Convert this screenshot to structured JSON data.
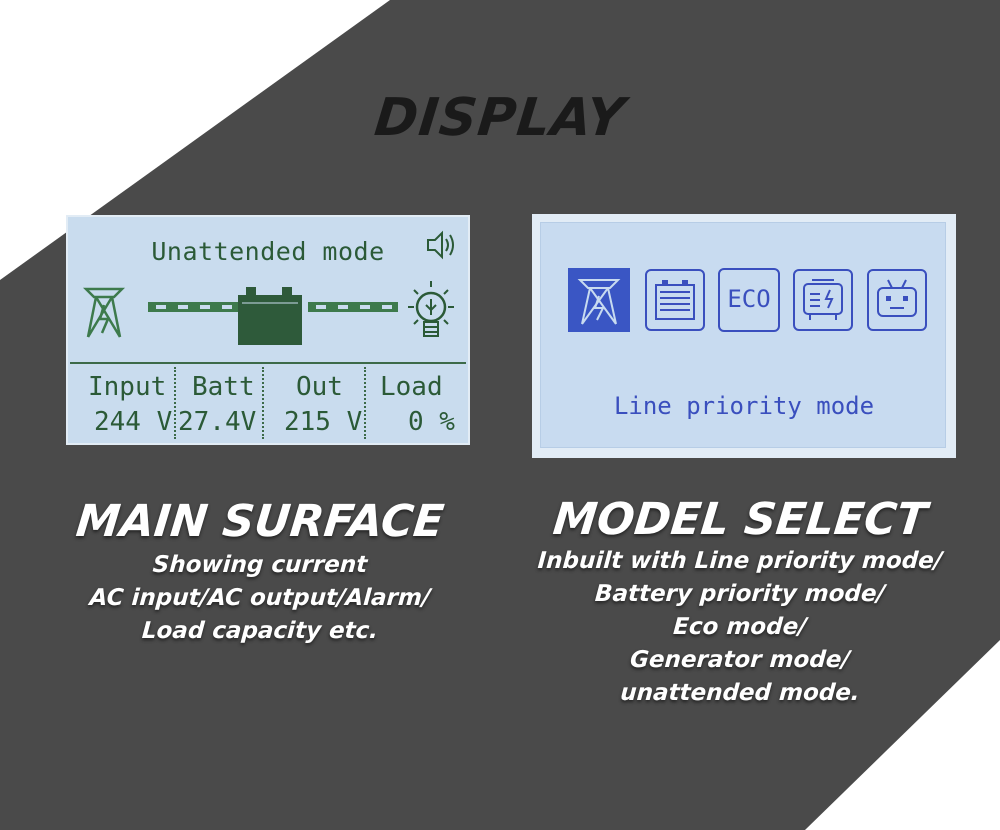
{
  "page": {
    "heading": "DISPLAY",
    "colors": {
      "background_light": "#ffffff",
      "background_dark": "#4a4a4a",
      "lcd_blue": "#c9dcee",
      "lcd_green_text": "#2b5a37",
      "lcd_blue_text": "#3a4fbe"
    }
  },
  "main_panel": {
    "mode_text": "Unattended mode",
    "icons": [
      "speaker-icon",
      "power-tower-icon",
      "battery-icon",
      "light-bulb-icon"
    ],
    "columns": [
      {
        "label": "Input",
        "value": "244 V"
      },
      {
        "label": "Batt",
        "value": "27.4V"
      },
      {
        "label": "Out",
        "value": "215 V"
      },
      {
        "label": "Load",
        "value": "0 %"
      }
    ],
    "caption": {
      "title": "MAIN SURFACE",
      "lines": [
        "Showing current",
        "AC input/AC output/Alarm/",
        "Load capacity etc."
      ]
    }
  },
  "model_panel": {
    "mode_icons": [
      {
        "name": "line-mode-icon",
        "selected": true
      },
      {
        "name": "battery-mode-icon",
        "selected": false
      },
      {
        "name": "eco-mode-icon",
        "label": "ECO",
        "selected": false
      },
      {
        "name": "generator-mode-icon",
        "selected": false
      },
      {
        "name": "unattended-mode-icon",
        "selected": false
      }
    ],
    "mode_text": "Line priority mode",
    "caption": {
      "title": "MODEL SELECT",
      "lines": [
        "Inbuilt with Line priority mode/",
        "Battery priority mode/",
        "Eco mode/",
        "Generator mode/",
        "unattended mode."
      ]
    }
  }
}
